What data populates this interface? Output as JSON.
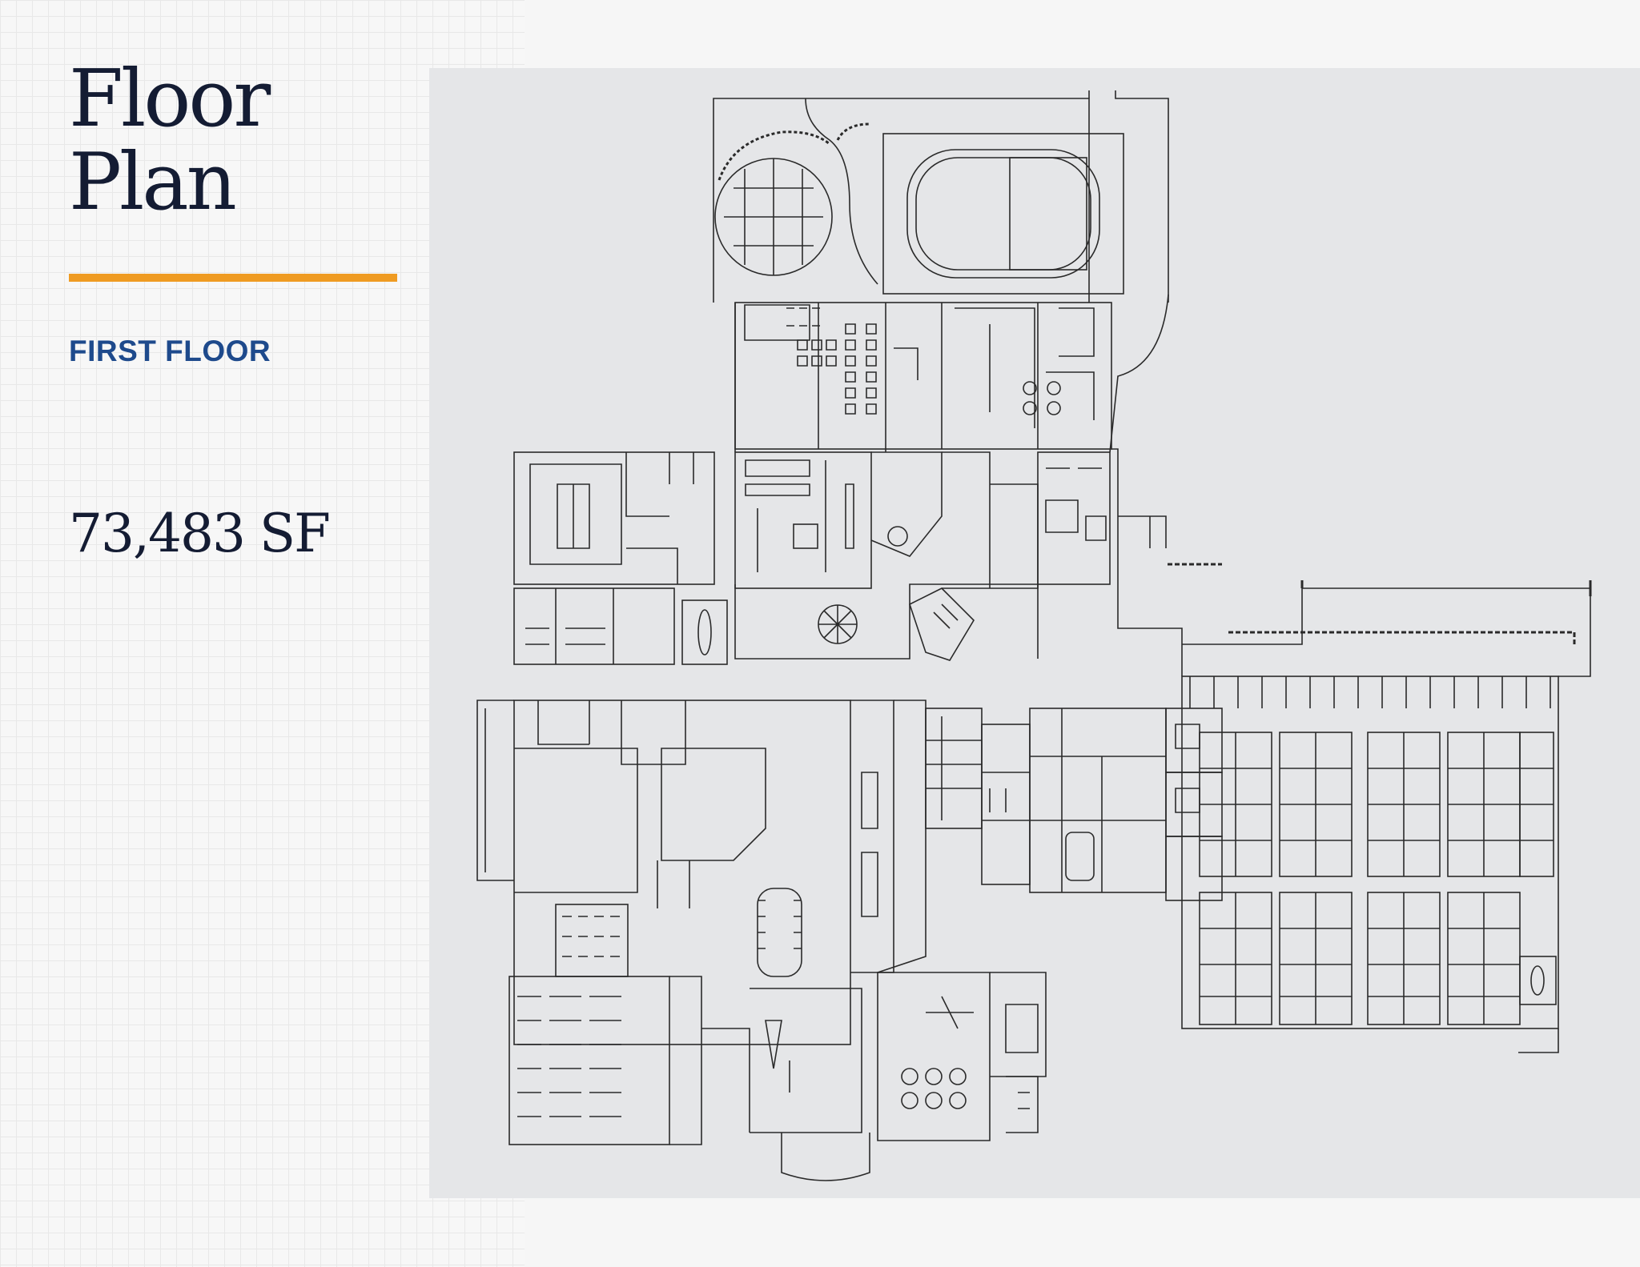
{
  "page": {
    "title_line1": "Floor",
    "title_line2": "Plan",
    "floor_label": "FIRST FLOOR",
    "area": "73,483 SF"
  },
  "colors": {
    "title": "#141c33",
    "accent_rule": "#ef9b22",
    "floor_label": "#1e4a8c",
    "plan_background": "#e5e6e8",
    "plan_lines": "#2a2a2a"
  }
}
